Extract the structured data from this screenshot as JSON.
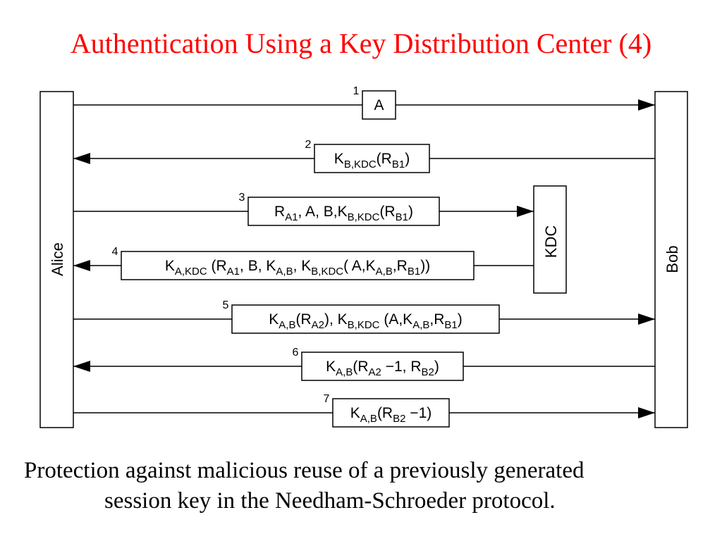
{
  "title": "Authentication Using a Key Distribution Center (4)",
  "caption": {
    "line1": "Protection against malicious reuse of a previously generated",
    "line2": "session key in the Needham-Schroeder protocol."
  },
  "diagram": {
    "parties": {
      "alice": "Alice",
      "bob": "Bob",
      "kdc": "KDC"
    },
    "messages": [
      {
        "number": "1",
        "direction": "Alice → Bob",
        "segments": [
          {
            "t": "A"
          }
        ]
      },
      {
        "number": "2",
        "direction": "Bob → Alice",
        "segments": [
          {
            "t": "K"
          },
          {
            "t": "B,KDC",
            "s": "sub"
          },
          {
            "t": "(R"
          },
          {
            "t": "B1",
            "s": "sub"
          },
          {
            "t": ")"
          }
        ]
      },
      {
        "number": "3",
        "direction": "Alice → KDC",
        "segments": [
          {
            "t": "R"
          },
          {
            "t": "A1",
            "s": "sub"
          },
          {
            "t": ", A, B,K"
          },
          {
            "t": "B,KDC",
            "s": "sub"
          },
          {
            "t": "(R"
          },
          {
            "t": "B1",
            "s": "sub"
          },
          {
            "t": ")"
          }
        ]
      },
      {
        "number": "4",
        "direction": "KDC → Alice",
        "segments": [
          {
            "t": "K"
          },
          {
            "t": "A,KDC",
            "s": "sub"
          },
          {
            "t": " (R"
          },
          {
            "t": "A1",
            "s": "sub"
          },
          {
            "t": ", B, K"
          },
          {
            "t": "A,B",
            "s": "sub"
          },
          {
            "t": ", K"
          },
          {
            "t": "B,KDC",
            "s": "sub"
          },
          {
            "t": "( A,K"
          },
          {
            "t": "A,B",
            "s": "sub"
          },
          {
            "t": ",R"
          },
          {
            "t": "B1",
            "s": "sub"
          },
          {
            "t": "))"
          }
        ]
      },
      {
        "number": "5",
        "direction": "Alice → Bob",
        "segments": [
          {
            "t": "K"
          },
          {
            "t": "A,B",
            "s": "sub"
          },
          {
            "t": "(R"
          },
          {
            "t": "A2",
            "s": "sub"
          },
          {
            "t": "), K"
          },
          {
            "t": "B,KDC",
            "s": "sub"
          },
          {
            "t": " (A,K"
          },
          {
            "t": "A,B",
            "s": "sub"
          },
          {
            "t": ",R"
          },
          {
            "t": "B1",
            "s": "sub"
          },
          {
            "t": ")"
          }
        ]
      },
      {
        "number": "6",
        "direction": "Bob → Alice",
        "segments": [
          {
            "t": "K"
          },
          {
            "t": "A,B",
            "s": "sub"
          },
          {
            "t": "(R"
          },
          {
            "t": "A2",
            "s": "sub"
          },
          {
            "t": " −1, R"
          },
          {
            "t": "B2",
            "s": "sub"
          },
          {
            "t": ")"
          }
        ]
      },
      {
        "number": "7",
        "direction": "Alice → Bob",
        "segments": [
          {
            "t": "K"
          },
          {
            "t": "A,B",
            "s": "sub"
          },
          {
            "t": "(R"
          },
          {
            "t": "B2",
            "s": "sub"
          },
          {
            "t": " −1)"
          }
        ]
      }
    ]
  }
}
